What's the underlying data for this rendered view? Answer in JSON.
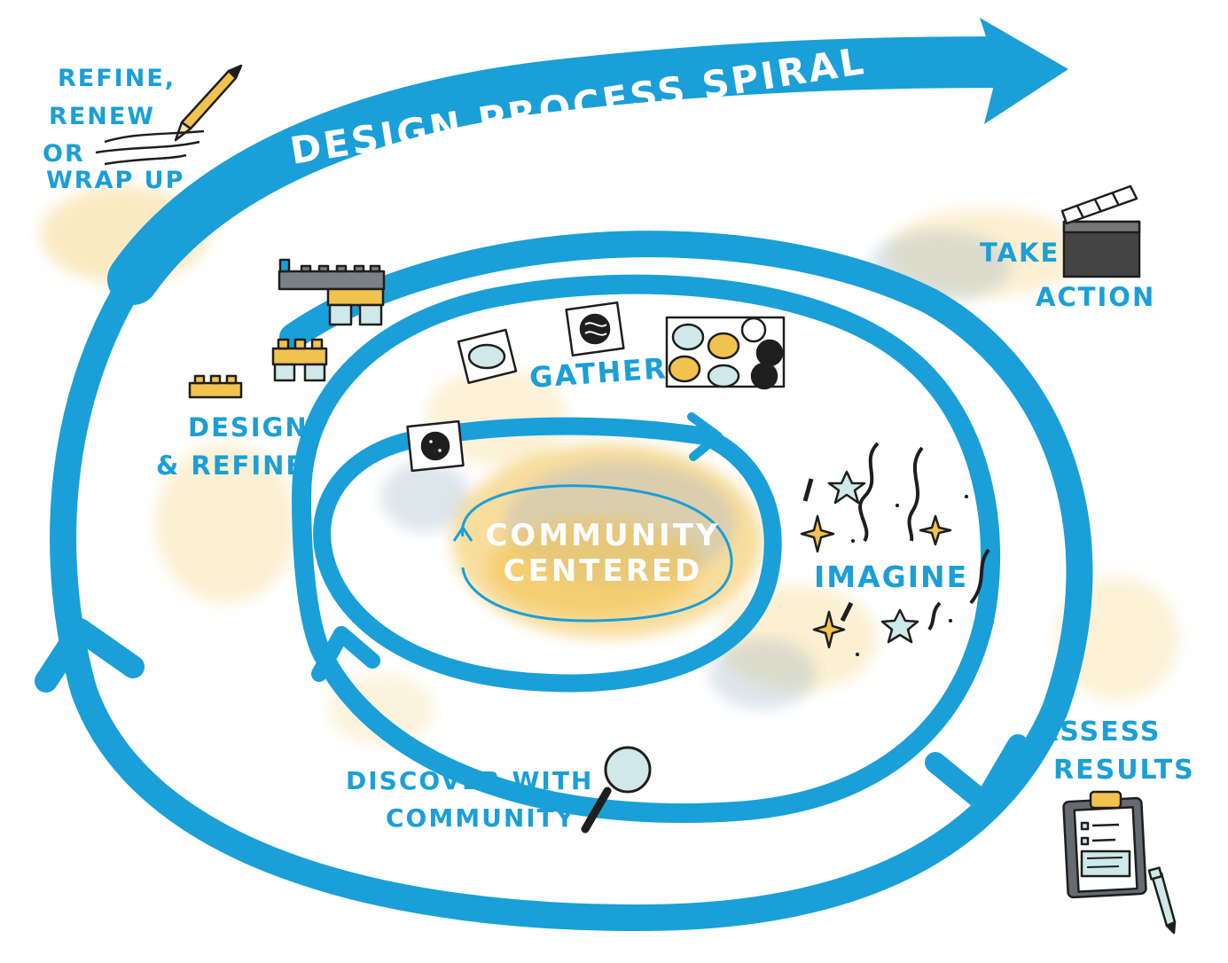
{
  "title": "DESIGN PROCESS SPIRAL",
  "center": {
    "line1": "COMMUNITY",
    "line2": "CENTERED"
  },
  "stages": {
    "refine_renew": [
      "REFINE,",
      "RENEW",
      "OR",
      "WRAP UP"
    ],
    "take_action": [
      "TAKE",
      "ACTION"
    ],
    "design_refine": [
      "DESIGN",
      "& REFINE"
    ],
    "gather": "GATHER",
    "imagine": "IMAGINE",
    "assess_results": [
      "ASSESS",
      "RESULTS"
    ],
    "discover": [
      "DISCOVER WITH",
      "COMMUNITY"
    ]
  },
  "colors": {
    "spiral_blue": "#1a9fd8",
    "accent_yellow": "#f2c24e",
    "ink": "#1e1e1e",
    "light_blue_fill": "#cfe8ea"
  },
  "icons": [
    "pencil-icon",
    "clapperboard-icon",
    "building-blocks-icon",
    "sample-cards-icon",
    "sparkles-icon",
    "clipboard-icon",
    "pen-icon",
    "magnifier-icon"
  ]
}
